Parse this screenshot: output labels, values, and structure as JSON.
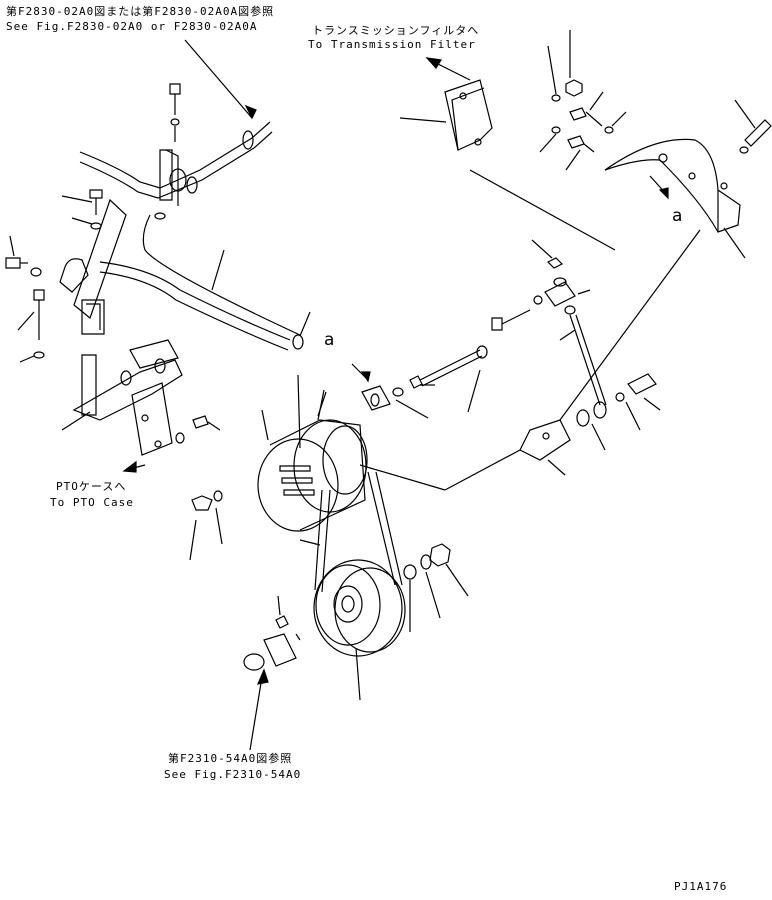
{
  "references": {
    "top_left_jp": "第F2830-02A0図または第F2830-02A0A図参照",
    "top_left_en": "See Fig.F2830-02A0 or F2830-02A0A",
    "top_right_jp": "トランスミッションフィルタへ",
    "top_right_en": "To Transmission Filter",
    "pto_jp": "PTOケースへ",
    "pto_en": "To PTO Case",
    "bottom_jp": "第F2310-54A0図参照",
    "bottom_en": "See Fig.F2310-54A0"
  },
  "callouts": {
    "a_right": "a",
    "a_center": "a"
  },
  "drawing_id": "PJ1A176",
  "colors": {
    "ink": "#000000",
    "paper": "#ffffff"
  }
}
